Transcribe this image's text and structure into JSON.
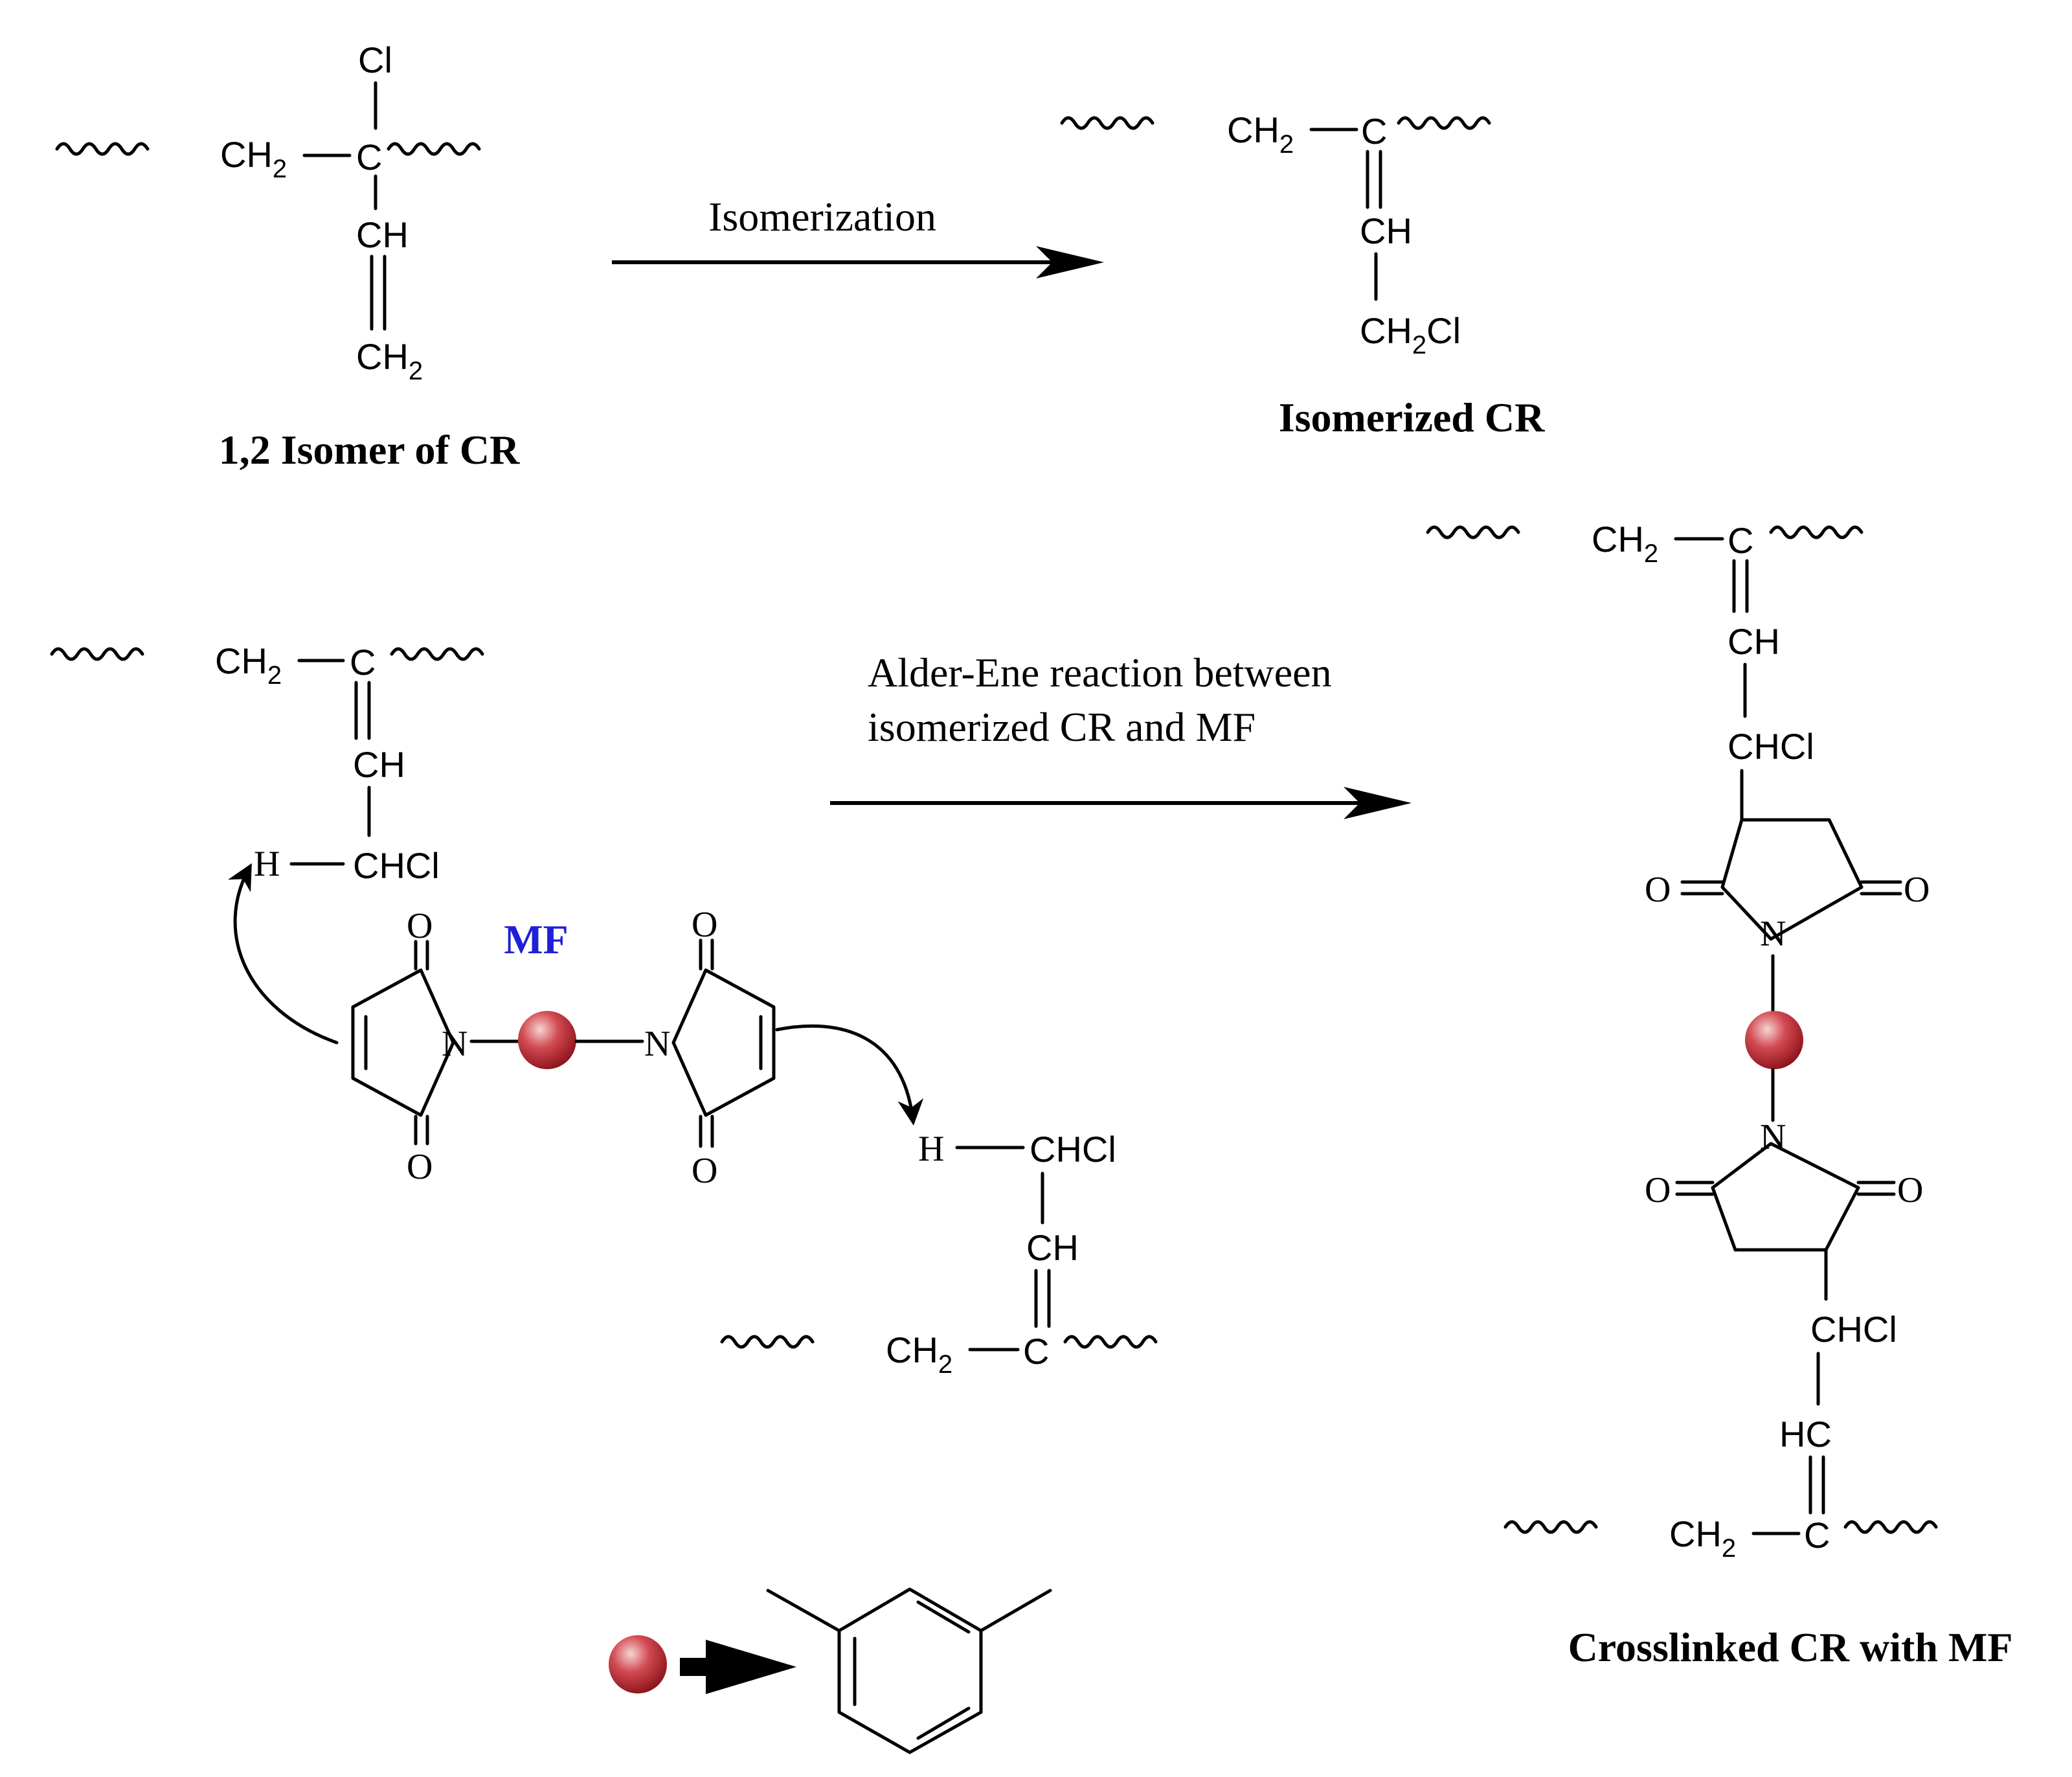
{
  "labels": {
    "cl": "Cl",
    "ch2": "CH",
    "two": "2",
    "c": "C",
    "ch": "CH",
    "hc": "HC",
    "chcl": "CHCl",
    "ch2cl_part": "Cl",
    "h": "H",
    "o": "O",
    "n": "N"
  },
  "arrows": {
    "isomerization": "Isomerization",
    "alder_ene_line1": "Alder-Ene  reaction between",
    "alder_ene_line2": "isomerized CR and MF"
  },
  "captions": {
    "isomer_12": "1,2 Isomer of CR",
    "isomerized": "Isomerized CR",
    "crosslinked": "Crosslinked CR with MF",
    "mf": "MF"
  },
  "colors": {
    "mf_label": "#1f1fd8",
    "linker_ball": "#b8202a",
    "linker_highlight": "#f6d3d3"
  },
  "icons": {
    "linker": "red-ball-icon",
    "legend_arrow": "bold-right-arrow-icon",
    "phenylene": "meta-phenylene-icon"
  }
}
